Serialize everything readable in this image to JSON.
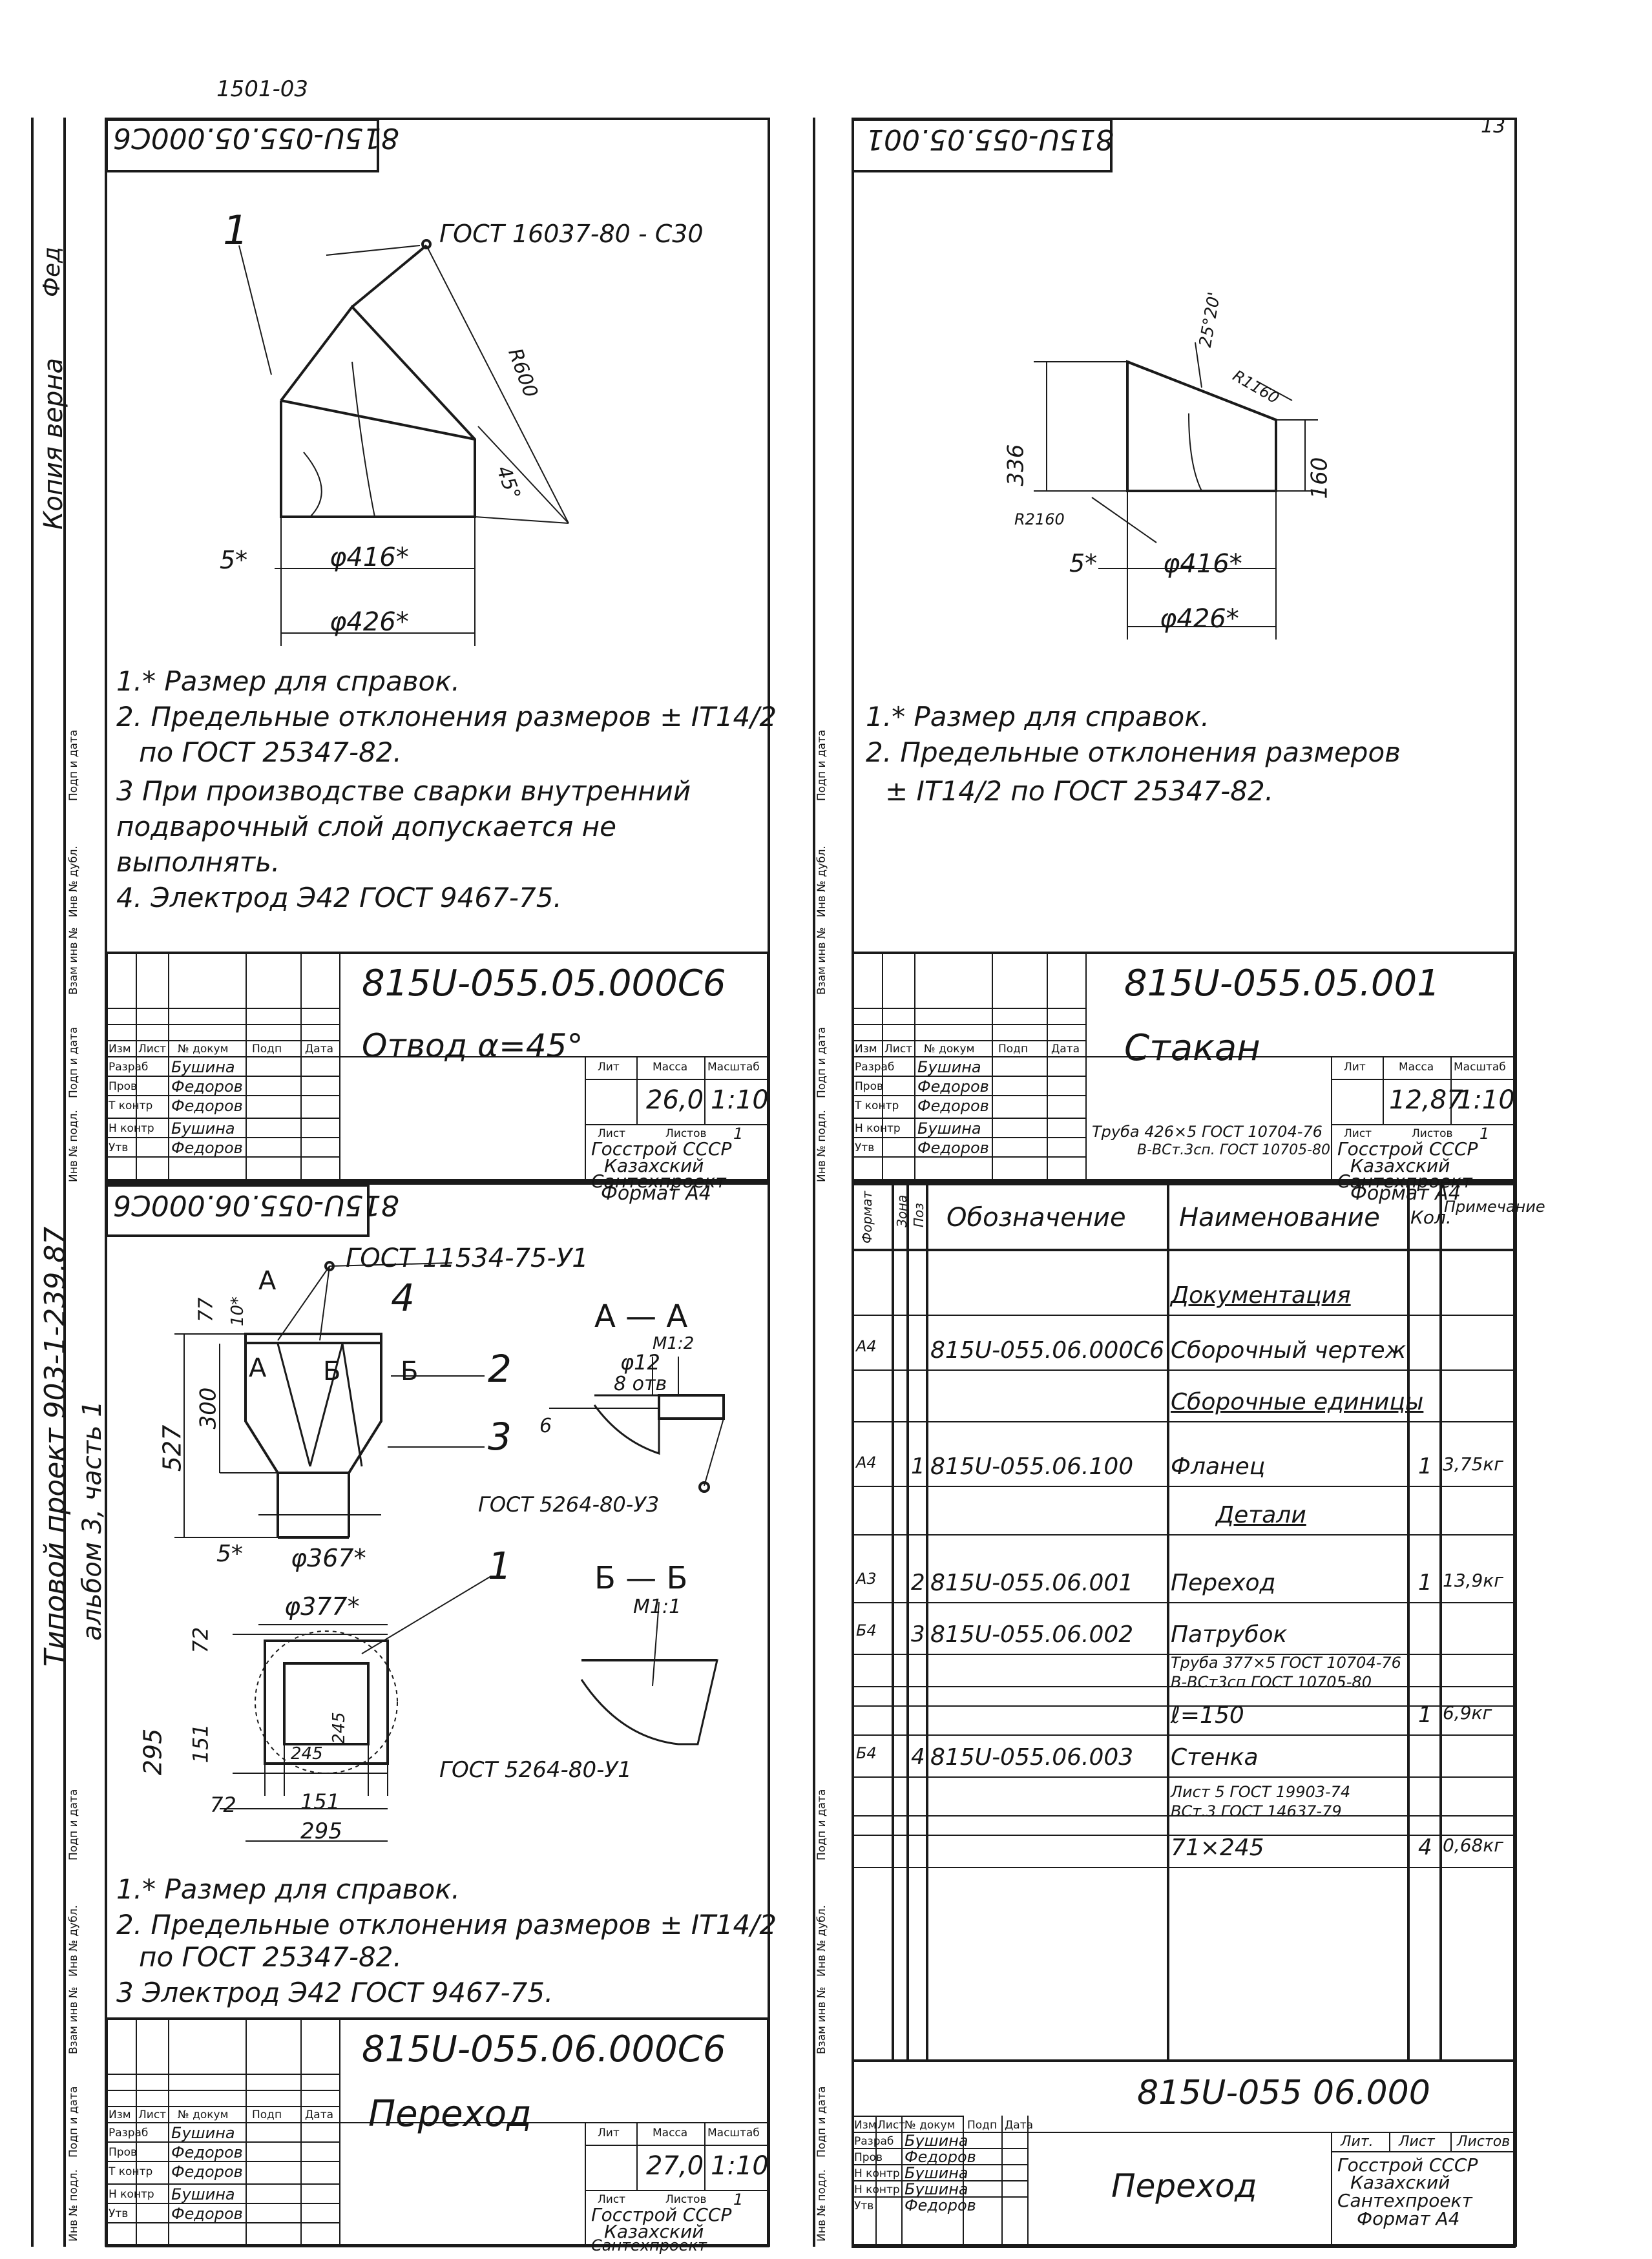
{
  "page_header": {
    "sheet_code": "1501-03",
    "page_number": "13"
  },
  "margin": {
    "copy_note": "Копия верна",
    "copy_sign": "Фед",
    "project_line1": "Типовой проект 903-1-239.87",
    "project_line2": "альбом 3, часть 1"
  },
  "side_columns": {
    "labels": [
      "Инв № подл.",
      "Подп и дата",
      "Взам инв №",
      "Инв № дубл.",
      "Подп и дата"
    ]
  },
  "stamp_common": {
    "col_izm": "Изм",
    "col_list": "Лист",
    "col_doc": "№ докум",
    "col_podp": "Подп",
    "col_date": "Дата",
    "lit": "Лит",
    "massa": "Масса",
    "masshtab": "Масштаб",
    "list": "Лист",
    "listov": "Листов",
    "org1": "Госстрой СССР",
    "org2": "Казахский",
    "org3": "Сантехпроект",
    "format": "Формат А4",
    "roles": [
      "Разраб",
      "Пров",
      "Т контр",
      "Н контр",
      "Утв"
    ],
    "names": [
      "Бушина",
      "Федоров",
      "Федоров",
      "Бушина",
      "Федоров"
    ]
  },
  "sheet1": {
    "code_rotated": "815U-055.05.000C6",
    "gost_label": "ГОСТ 16037-80 - С30",
    "callout": "1",
    "dim_r": "R600",
    "dim_angle": "45°",
    "dim_5": "5*",
    "dim_d416": "φ416*",
    "dim_d426": "φ426*",
    "notes": [
      "1.* Размер для справок.",
      "2. Предельные отклонения размеров ± IT14/2",
      "по ГОСТ 25347-82.",
      "3 При производстве сварки внутренний",
      "подварочный слой допускается не",
      "выполнять.",
      "4. Электрод Э42 ГОСТ 9467-75."
    ],
    "stamp_code": "815U-055.05.000С6",
    "title": "Отвод α=45°",
    "mass": "26,0",
    "scale": "1:10",
    "sheets": "1"
  },
  "sheet2": {
    "code_rotated": "815U-055.05.001",
    "dim_336": "336",
    "dim_160": "160",
    "dim_a": "25°20'",
    "dim_r": "R1160",
    "dim_r2": "R2160",
    "dim_5": "5*",
    "dim_d416": "φ416*",
    "dim_d426": "φ426*",
    "notes": [
      "1.* Размер для справок.",
      "2. Предельные отклонения размеров",
      "± IT14/2 по ГОСТ 25347-82."
    ],
    "stamp_code": "815U-055.05.001",
    "title": "Стакан",
    "mass": "12,87",
    "scale": "1:10",
    "sheets": "1",
    "material_1": "Труба 426×5 ГОСТ 10704-76",
    "material_2": "В-ВСт.3сп. ГОСТ 10705-80"
  },
  "sheet3": {
    "code_rotated": "815U-055.06.000C6",
    "gost_top": "ГОСТ 11534-75-У1",
    "gost_mid": "ГОСТ 5264-80-У3",
    "gost_bot": "ГОСТ 5264-80-У1",
    "label_a": "А",
    "label_b": "Б",
    "callouts": [
      "1",
      "2",
      "3",
      "4"
    ],
    "section_aa": "А — А",
    "section_aa_scale": "М1:2",
    "section_bb": "Б — Б",
    "section_bb_scale": "М1:1",
    "dim_12": "φ12",
    "dim_8otv": "8 отв",
    "dim_6": "6",
    "dim_527": "527",
    "dim_300": "300",
    "dim_77": "77",
    "dim_10": "10*",
    "dim_5": "5*",
    "dim_d367": "φ367*",
    "dim_d377": "φ377*",
    "dim_72a": "72",
    "dim_72b": "72",
    "dim_295a": "295",
    "dim_295b": "295",
    "dim_151a": "151",
    "dim_151b": "151",
    "dim_245a": "245",
    "dim_245b": "245",
    "notes": [
      "1.* Размер для справок.",
      "2. Предельные отклонения размеров ± IT14/2",
      "по ГОСТ 25347-82.",
      "3 Электрод Э42 ГОСТ 9467-75."
    ],
    "stamp_code": "815U-055.06.000С6",
    "title": "Переход",
    "mass": "27,0",
    "scale": "1:10",
    "sheets": "1"
  },
  "sheet4": {
    "headers": [
      "Формат",
      "Зона",
      "Поз",
      "Обозначение",
      "Наименование",
      "Кол.",
      "Примечание"
    ],
    "rows": [
      {
        "fmt": "",
        "zone": "",
        "pos": "",
        "code": "",
        "name": "Документация",
        "qty": "",
        "note": ""
      },
      {
        "fmt": "А4",
        "zone": "",
        "pos": "",
        "code": "815U-055.06.000С6",
        "name": "Сборочный чертеж",
        "qty": "",
        "note": ""
      },
      {
        "fmt": "",
        "zone": "",
        "pos": "",
        "code": "",
        "name": "Сборочные единицы",
        "qty": "",
        "note": ""
      },
      {
        "fmt": "А4",
        "zone": "",
        "pos": "1",
        "code": "815U-055.06.100",
        "name": "Фланец",
        "qty": "1",
        "note": "3,75кг"
      },
      {
        "fmt": "",
        "zone": "",
        "pos": "",
        "code": "",
        "name": "Детали",
        "qty": "",
        "note": ""
      },
      {
        "fmt": "А3",
        "zone": "",
        "pos": "2",
        "code": "815U-055.06.001",
        "name": "Переход",
        "qty": "1",
        "note": "13,9кг"
      },
      {
        "fmt": "Б4",
        "zone": "",
        "pos": "3",
        "code": "815U-055.06.002",
        "name": "Патрубок",
        "qty": "",
        "note": ""
      },
      {
        "fmt": "",
        "zone": "",
        "pos": "",
        "code": "",
        "name": "Труба 377×5 ГОСТ 10704-76",
        "qty": "",
        "note": ""
      },
      {
        "fmt": "",
        "zone": "",
        "pos": "",
        "code": "",
        "name": "В-ВСт3сп ГОСТ 10705-80",
        "qty": "",
        "note": ""
      },
      {
        "fmt": "",
        "zone": "",
        "pos": "",
        "code": "",
        "name": "ℓ=150",
        "qty": "1",
        "note": "6,9кг"
      },
      {
        "fmt": "Б4",
        "zone": "",
        "pos": "4",
        "code": "815U-055.06.003",
        "name": "Стенка",
        "qty": "",
        "note": ""
      },
      {
        "fmt": "",
        "zone": "",
        "pos": "",
        "code": "",
        "name": "Лист 5 ГОСТ 19903-74",
        "qty": "",
        "note": ""
      },
      {
        "fmt": "",
        "zone": "",
        "pos": "",
        "code": "",
        "name": "ВСт.3 ГОСТ 14637-79",
        "qty": "",
        "note": ""
      },
      {
        "fmt": "",
        "zone": "",
        "pos": "",
        "code": "",
        "name": "71×245",
        "qty": "4",
        "note": "0,68кг"
      }
    ],
    "stamp_code": "815U-055 06.000",
    "title": "Переход",
    "lit": "Лит.",
    "list": "Лист",
    "listov": "Листов",
    "roles": [
      "Разраб",
      "Пров",
      "Н контр",
      "Н контр",
      "Утв"
    ],
    "names": [
      "Бушина",
      "Федоров",
      "Бушина",
      "Бушина",
      "Федоров"
    ],
    "col_izm": "Изм",
    "col_list": "Лист",
    "col_doc": "№ докум",
    "col_podp": "Подп",
    "col_date": "Дата"
  }
}
